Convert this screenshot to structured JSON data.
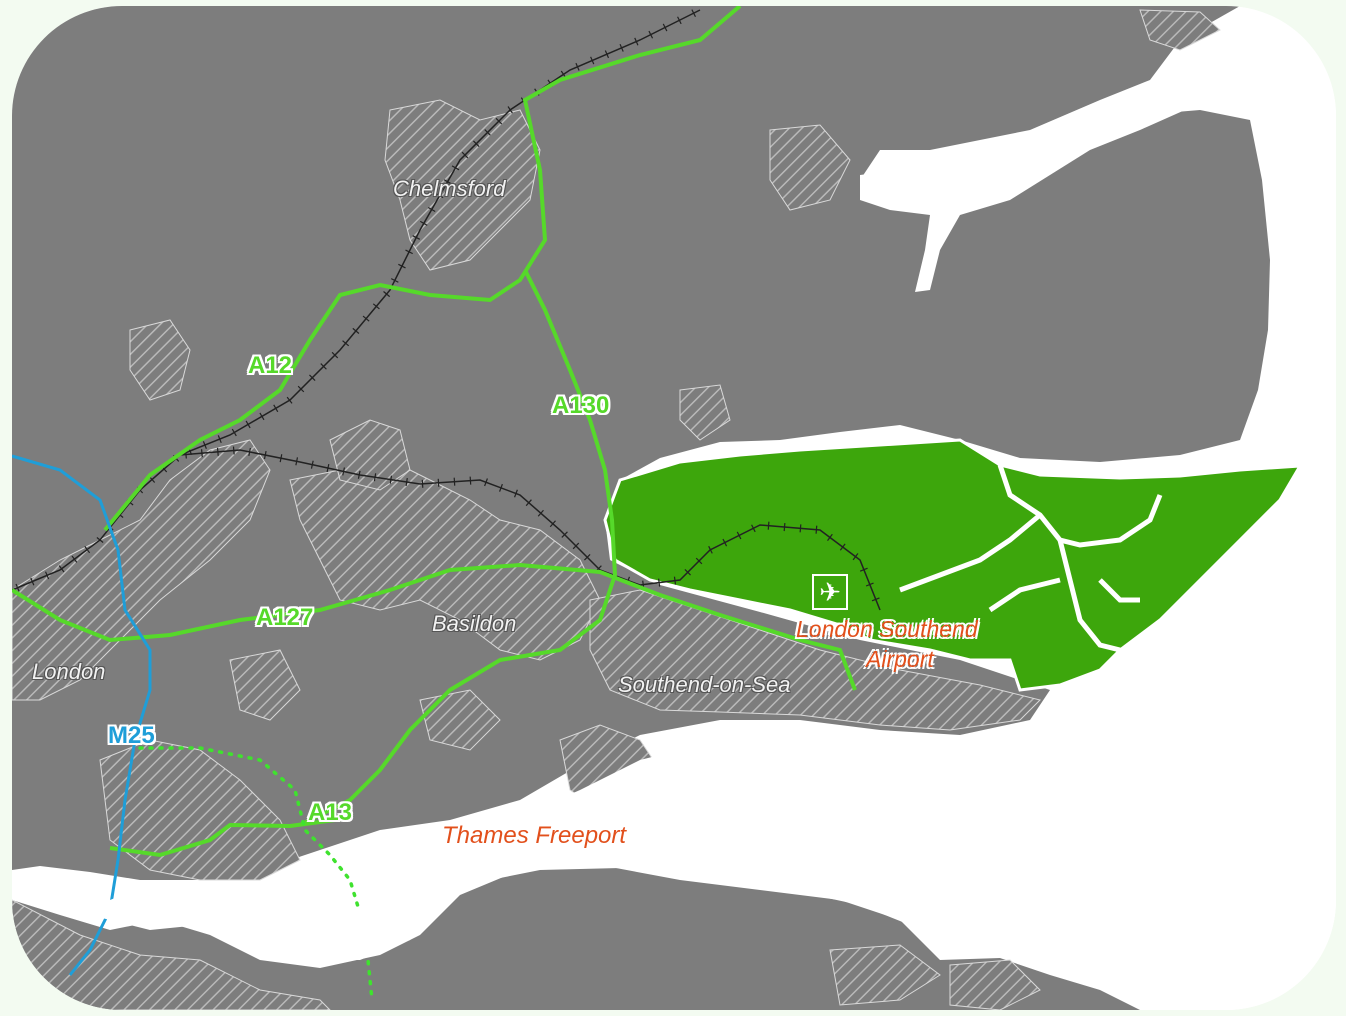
{
  "map": {
    "colors": {
      "land": "#7d7d7d",
      "water": "#ffffff",
      "freeport_zone": "#3da60c",
      "road_a": "#56d92a",
      "motorway": "#1f9ed8",
      "railway": "#222222",
      "poi_text": "#e2501c",
      "background": "#f3fbf1"
    },
    "towns": {
      "chelmsford": "Chelmsford",
      "basildon": "Basildon",
      "london": "London",
      "southend": "Southend-on-Sea"
    },
    "roads": {
      "a12": "A12",
      "a130": "A130",
      "a127": "A127",
      "a13": "A13",
      "m25": "M25"
    },
    "poi": {
      "airport_line1": "London Southend",
      "airport_line2": "Airport",
      "airport_icon": "airplane-icon",
      "freeport": "Thames Freeport"
    }
  }
}
